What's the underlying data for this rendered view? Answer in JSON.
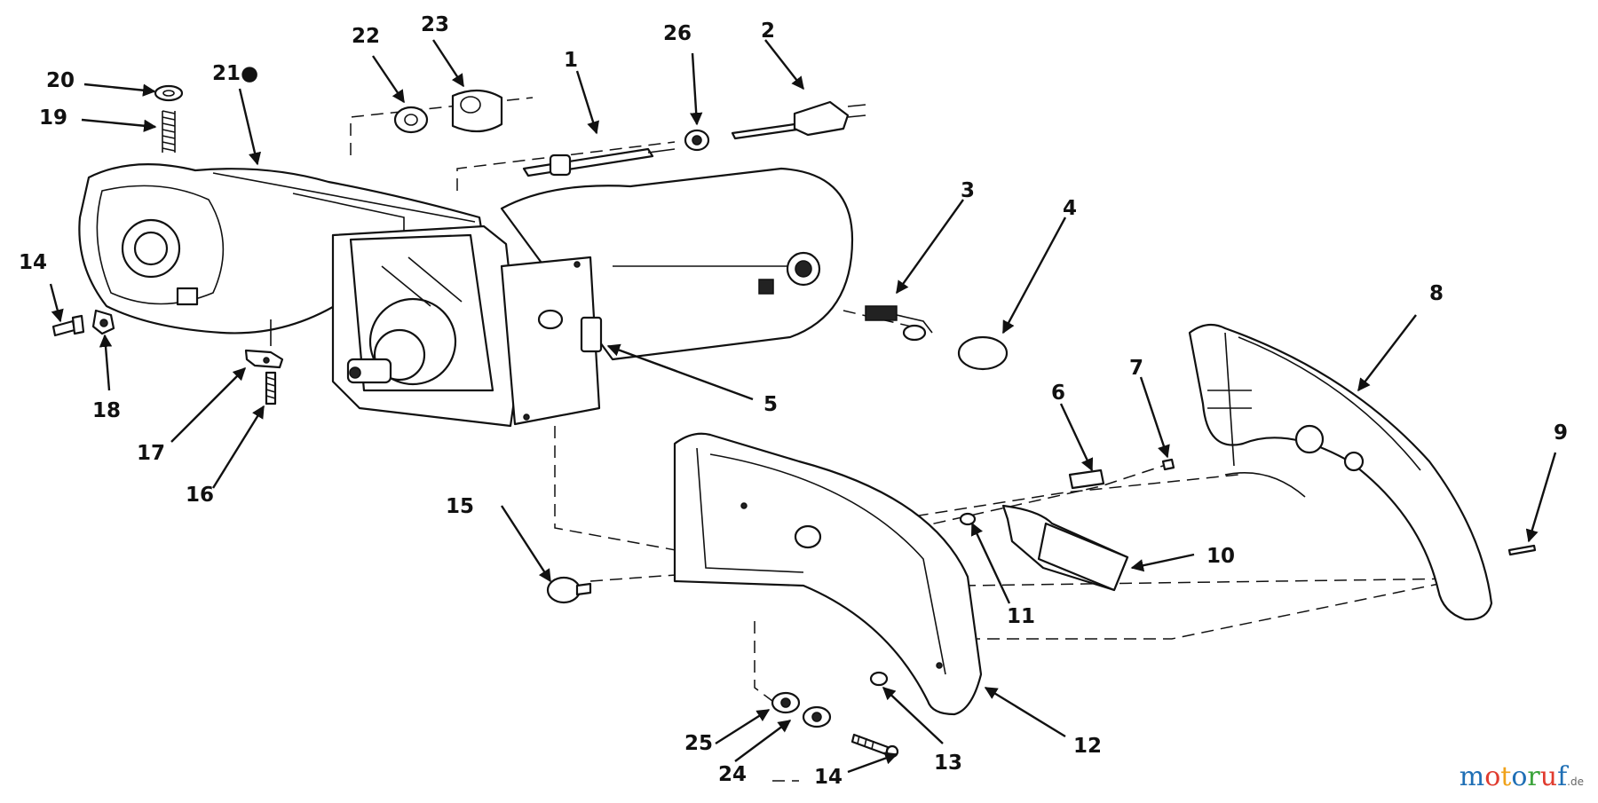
{
  "callouts": [
    {
      "id": "c1",
      "text": "1"
    },
    {
      "id": "c2",
      "text": "2"
    },
    {
      "id": "c3",
      "text": "3"
    },
    {
      "id": "c4",
      "text": "4"
    },
    {
      "id": "c5",
      "text": "5"
    },
    {
      "id": "c6",
      "text": "6"
    },
    {
      "id": "c7",
      "text": "7"
    },
    {
      "id": "c8",
      "text": "8"
    },
    {
      "id": "c9",
      "text": "9"
    },
    {
      "id": "c10",
      "text": "10"
    },
    {
      "id": "c11",
      "text": "11"
    },
    {
      "id": "c12",
      "text": "12"
    },
    {
      "id": "c13",
      "text": "13"
    },
    {
      "id": "c14a",
      "text": "14"
    },
    {
      "id": "c14b",
      "text": "14"
    },
    {
      "id": "c15",
      "text": "15"
    },
    {
      "id": "c16",
      "text": "16"
    },
    {
      "id": "c17",
      "text": "17"
    },
    {
      "id": "c18",
      "text": "18"
    },
    {
      "id": "c19",
      "text": "19"
    },
    {
      "id": "c20",
      "text": "20"
    },
    {
      "id": "c21",
      "text": "21●"
    },
    {
      "id": "c22",
      "text": "22"
    },
    {
      "id": "c23",
      "text": "23"
    },
    {
      "id": "c24",
      "text": "24"
    },
    {
      "id": "c25",
      "text": "25"
    },
    {
      "id": "c26",
      "text": "26"
    }
  ],
  "watermark": {
    "letters": [
      {
        "ch": "m",
        "color": "#1f6fb5"
      },
      {
        "ch": "o",
        "color": "#e03c2f"
      },
      {
        "ch": "t",
        "color": "#f0a21a"
      },
      {
        "ch": "o",
        "color": "#1f6fb5"
      },
      {
        "ch": "r",
        "color": "#3aa33a"
      },
      {
        "ch": "u",
        "color": "#e03c2f"
      },
      {
        "ch": "f",
        "color": "#1f6fb5"
      }
    ],
    "suffix": ".de"
  }
}
